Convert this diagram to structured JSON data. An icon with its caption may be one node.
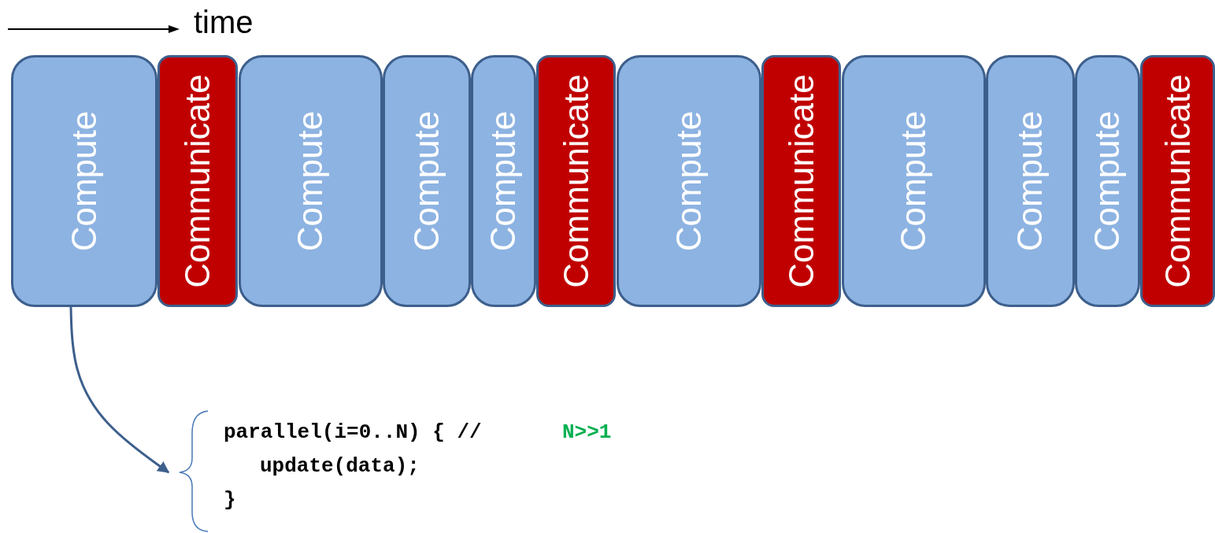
{
  "diagram": {
    "nodes": [
      {
        "text": [
          "Compute"
        ]
      },
      {
        "text": [
          "Communicate"
        ]
      },
      {
        "text": [
          "Compute"
        ]
      },
      {
        "text": [
          "Compute"
        ]
      },
      {
        "text": [
          "Compute"
        ]
      },
      {
        "text": [
          "Communicate"
        ]
      },
      {
        "text": [
          "Compute"
        ]
      },
      {
        "text": [
          "Communicate"
        ]
      },
      {
        "text": [
          "Compute"
        ]
      },
      {
        "text": [
          "Compute"
        ]
      },
      {
        "text": [
          "Compute"
        ]
      },
      {
        "text": [
          "Communicate"
        ]
      },
      {
        "text": [
          "parallel(i=0..N) { //",
          "N>>1",
          "update(data);",
          "}"
        ]
      }
    ],
    "edges": [
      {
        "from": 0,
        "to": 12,
        "arrow": "to"
      }
    ],
    "labels": [
      "time"
    ]
  }
}
